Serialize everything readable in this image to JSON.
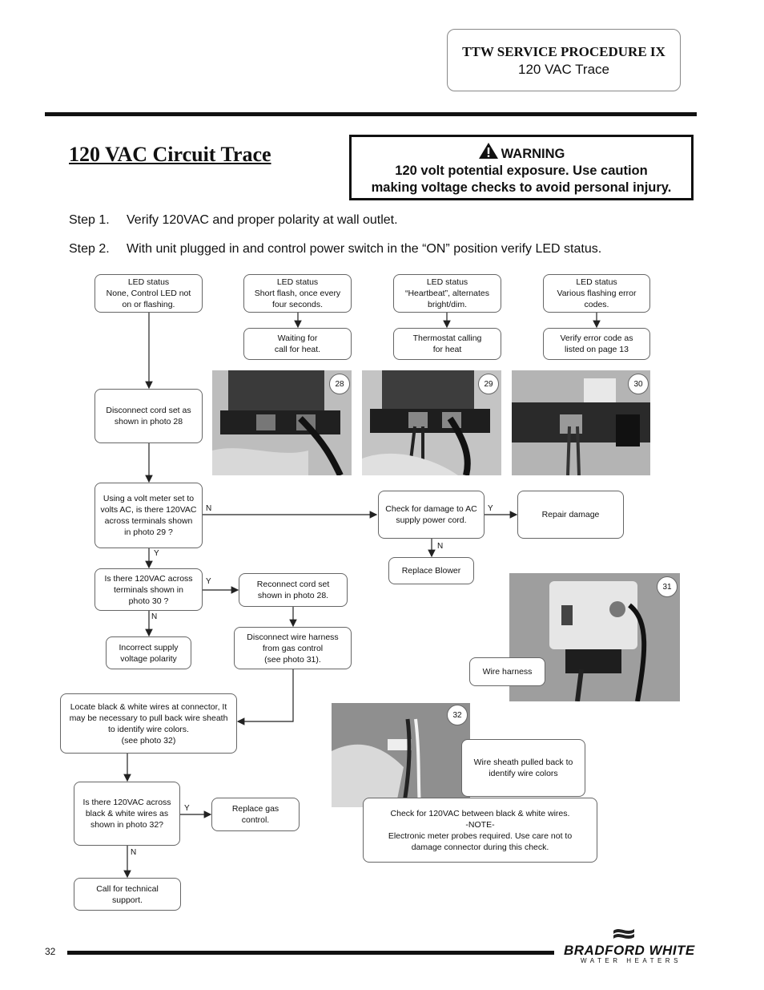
{
  "header": {
    "title": "TTW SERVICE PROCEDURE  IX",
    "subtitle": "120 VAC Trace"
  },
  "page_title": "120 VAC Circuit Trace",
  "warning": {
    "heading": "WARNING",
    "line1": "120 volt potential exposure. Use caution",
    "line2": "making voltage checks to avoid personal injury."
  },
  "steps": [
    {
      "label": "Step 1.",
      "text": "Verify 120VAC and proper polarity at wall outlet."
    },
    {
      "label": "Step 2.",
      "text": "With unit plugged in and control power switch in the “ON” position verify LED status."
    }
  ],
  "flow": {
    "led_none": "LED status\nNone, Control LED not\non or flashing.",
    "led_short": "LED status\nShort flash, once every\nfour seconds.",
    "led_heartbeat": "LED status\n“Heartbeat”, alternates\nbright/dim.",
    "led_various": "LED status\nVarious flashing error\ncodes.",
    "waiting": "Waiting for\ncall for heat.",
    "thermostat": "Thermostat calling\nfor heat",
    "verify_codes": "Verify error code as\nlisted on page 13",
    "disconnect_cord": "Disconnect cord set as\nshown in photo 28",
    "volt_meter": "Using a volt meter set to\nvolts AC, is there 120VAC\nacross terminals shown\nin photo 29 ?",
    "check_damage": "Check for damage to AC\nsupply power cord.",
    "repair": "Repair damage",
    "replace_blower": "Replace Blower",
    "is_120_photo30": "Is there 120VAC across\nterminals shown in\nphoto 30 ?",
    "reconnect": "Reconnect cord set\nshown in photo 28.",
    "incorrect_polarity": "Incorrect supply\nvoltage polarity",
    "disconnect_harness": "Disconnect wire harness\nfrom gas control\n(see photo 31).",
    "wire_harness": "Wire harness",
    "locate_wires": "Locate black & white wires at connector, It\nmay be necessary to pull back wire sheath\nto identify wire colors.\n(see photo 32)",
    "sheath": "Wire sheath pulled back to\nidentify wire colors",
    "is_120_photo32": "Is there 120VAC across\nblack & white wires as\nshown in photo 32?",
    "replace_gas": "Replace gas\ncontrol.",
    "check_bw": "Check for 120VAC between black & white wires.\n-NOTE-\nElectronic meter probes required. Use care not to\ndamage connector during this check.",
    "call_support": "Call for technical\nsupport."
  },
  "labels": {
    "y": "Y",
    "n": "N"
  },
  "photos": {
    "p28": "28",
    "p29": "29",
    "p30": "30",
    "p31": "31",
    "p32": "32"
  },
  "footer": {
    "page": "32",
    "brand": "BRADFORD WHITE",
    "brand_sub": "WATER HEATERS"
  },
  "icons": {
    "warning": "warning-triangle-icon"
  }
}
